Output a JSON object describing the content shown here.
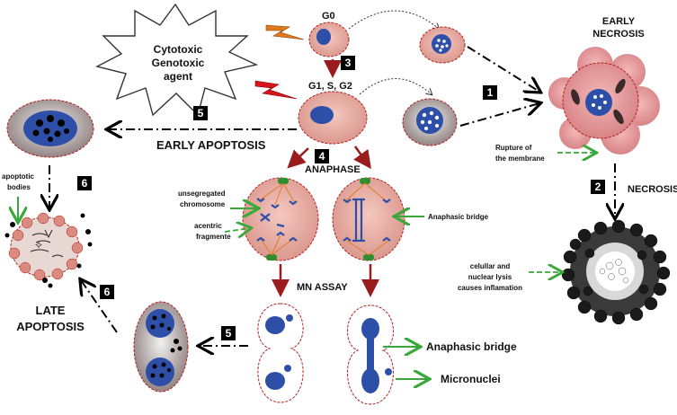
{
  "colors": {
    "cell_fill": "#e8aaa0",
    "cell_stroke": "#b22222",
    "nucleus": "#2e4fa8",
    "arrow_dark_red": "#9b1c1c",
    "arrow_green": "#3aa83a",
    "necrosis_pink": "#dd8f92",
    "necrotic_debris": "#1a1a1a",
    "badge_bg": "#000000",
    "lightning_orange": "#e07a1f",
    "lightning_red": "#d9141c"
  },
  "labels": {
    "agent": [
      "Cytotoxic",
      "Genotoxic",
      "agent"
    ],
    "g0": "G0",
    "g1sg2": "G1, S, G2",
    "early_necrosis": [
      "EARLY",
      "NECROSIS"
    ],
    "rupture": [
      "Rupture of",
      "the membrane"
    ],
    "necrosis": "NECROSIS",
    "lysis": [
      "celullar and",
      "nuclear lysis",
      "causes inflamation"
    ],
    "early_apoptosis": "EARLY APOPTOSIS",
    "anaphase": "ANAPHASE",
    "apoptotic_bodies": [
      "apoptotic",
      "bodies"
    ],
    "unsegregated": [
      "unsegregated",
      "chromosome"
    ],
    "acentric": [
      "acentric",
      "fragmente"
    ],
    "anaphasic_bridge_small": "Anaphasic bridge",
    "mn_assay": "MN ASSAY",
    "late_apoptosis": [
      "LATE",
      "APOPTOSIS"
    ],
    "anaphasic_bridge_big": "Anaphasic bridge",
    "micronuclei": "Micronuclei"
  },
  "badges": {
    "b1": "1",
    "b2": "2",
    "b3": "3",
    "b4": "4",
    "b5_top": "5",
    "b5_bottom": "5",
    "b6_top": "6",
    "b6_bottom": "6"
  }
}
